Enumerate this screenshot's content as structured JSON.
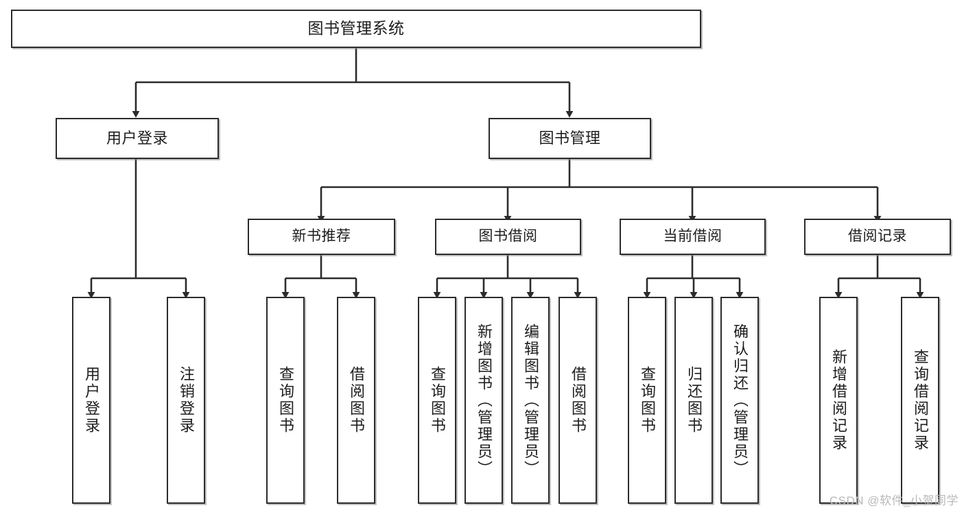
{
  "diagram": {
    "type": "tree-hierarchy-functional-structure",
    "orientation": "top-down",
    "title": "图书管理系统",
    "style": {
      "box_fill": "#ffffff",
      "box_border": "#2b2b2b",
      "connector_color": "#2b2b2b",
      "text_color": "#1d1d1d",
      "background": "#ffffff",
      "watermark_color": "#b9b9b9"
    },
    "nodes": {
      "root": {
        "label": "图书管理系统",
        "level": 1,
        "orientation": "horizontal"
      },
      "level2": [
        {
          "id": "user-login",
          "label": "用户登录",
          "level": 2,
          "orientation": "horizontal"
        },
        {
          "id": "book-management",
          "label": "图书管理",
          "level": 2,
          "orientation": "horizontal"
        }
      ],
      "level3": [
        {
          "id": "new-book-recommend",
          "label": "新书推荐",
          "level": 3,
          "orientation": "horizontal",
          "parent": "book-management"
        },
        {
          "id": "book-borrow",
          "label": "图书借阅",
          "level": 3,
          "orientation": "horizontal",
          "parent": "book-management"
        },
        {
          "id": "current-borrow",
          "label": "当前借阅",
          "level": 3,
          "orientation": "horizontal",
          "parent": "book-management"
        },
        {
          "id": "borrow-record",
          "label": "借阅记录",
          "level": 3,
          "orientation": "horizontal",
          "parent": "book-management"
        }
      ],
      "leaves": [
        {
          "id": "leaf-user-login",
          "label": "用户登录",
          "parent": "user-login",
          "orientation": "vertical"
        },
        {
          "id": "leaf-logout",
          "label": "注销登录",
          "parent": "user-login",
          "orientation": "vertical"
        },
        {
          "id": "leaf-query-book-1",
          "label": "查询图书",
          "parent": "new-book-recommend",
          "orientation": "vertical"
        },
        {
          "id": "leaf-borrow-book-1",
          "label": "借阅图书",
          "parent": "new-book-recommend",
          "orientation": "vertical"
        },
        {
          "id": "leaf-query-book-2",
          "label": "查询图书",
          "parent": "book-borrow",
          "orientation": "vertical"
        },
        {
          "id": "leaf-add-book",
          "label": "新增图书（管理员）",
          "parent": "book-borrow",
          "orientation": "vertical"
        },
        {
          "id": "leaf-edit-book",
          "label": "编辑图书（管理员）",
          "parent": "book-borrow",
          "orientation": "vertical"
        },
        {
          "id": "leaf-borrow-book-2",
          "label": "借阅图书",
          "parent": "book-borrow",
          "orientation": "vertical"
        },
        {
          "id": "leaf-query-book-3",
          "label": "查询图书",
          "parent": "current-borrow",
          "orientation": "vertical"
        },
        {
          "id": "leaf-return-book",
          "label": "归还图书",
          "parent": "current-borrow",
          "orientation": "vertical"
        },
        {
          "id": "leaf-confirm-return",
          "label": "确认归还（管理员）",
          "parent": "current-borrow",
          "orientation": "vertical"
        },
        {
          "id": "leaf-add-record",
          "label": "新增借阅记录",
          "parent": "borrow-record",
          "orientation": "vertical"
        },
        {
          "id": "leaf-query-record",
          "label": "查询借阅记录",
          "parent": "borrow-record",
          "orientation": "vertical"
        }
      ]
    }
  },
  "watermark": {
    "text": "CSDN @软件_小贺同学"
  }
}
